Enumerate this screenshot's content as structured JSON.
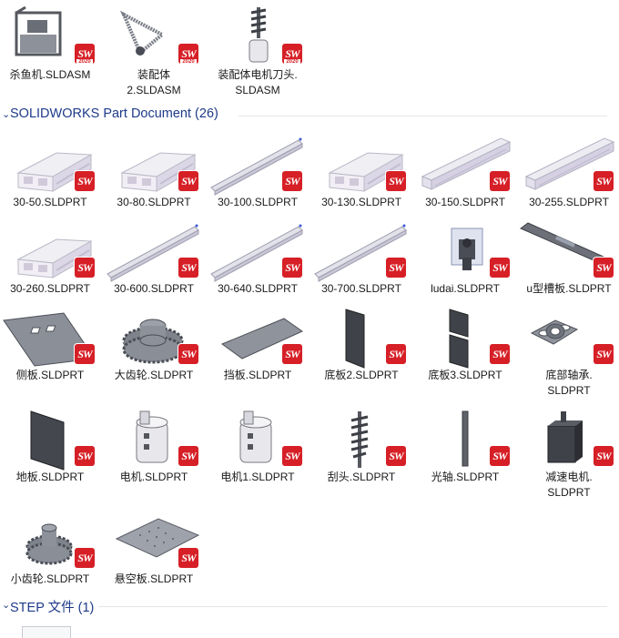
{
  "groups": [
    {
      "title": "SOLIDWORKS Part Document (26)"
    },
    {
      "title": "STEP 文件 (1)"
    }
  ],
  "badge": {
    "text": "SW",
    "year": "2020",
    "color": "#d61f26"
  },
  "accent": "#1e3a8a",
  "assemblies": [
    {
      "lines": [
        "杀鱼机.SLDASM"
      ],
      "icon": "machine-assembly-icon"
    },
    {
      "lines": [
        "装配体",
        "2.SLDASM"
      ],
      "icon": "chain-assembly-icon"
    },
    {
      "lines": [
        "装配体电机刀头.",
        "SLDASM"
      ],
      "icon": "motor-blade-assembly-icon"
    }
  ],
  "parts": [
    {
      "lines": [
        "30-50.SLDPRT"
      ],
      "icon": "profile-short-icon"
    },
    {
      "lines": [
        "30-80.SLDPRT"
      ],
      "icon": "profile-short-icon"
    },
    {
      "lines": [
        "30-100.SLDPRT"
      ],
      "icon": "profile-long-icon"
    },
    {
      "lines": [
        "30-130.SLDPRT"
      ],
      "icon": "profile-short-icon"
    },
    {
      "lines": [
        "30-150.SLDPRT"
      ],
      "icon": "profile-medium-icon"
    },
    {
      "lines": [
        "30-255.SLDPRT"
      ],
      "icon": "profile-medium-icon"
    },
    {
      "lines": [
        "30-260.SLDPRT"
      ],
      "icon": "profile-short-icon"
    },
    {
      "lines": [
        "30-600.SLDPRT"
      ],
      "icon": "profile-long-icon"
    },
    {
      "lines": [
        "30-640.SLDPRT"
      ],
      "icon": "profile-long-icon"
    },
    {
      "lines": [
        "30-700.SLDPRT"
      ],
      "icon": "profile-long-icon"
    },
    {
      "lines": [
        "ludai.SLDPRT"
      ],
      "icon": "ludai-part-icon"
    },
    {
      "lines": [
        "u型槽板.SLDPRT"
      ],
      "icon": "u-channel-plate-icon"
    },
    {
      "lines": [
        "侧板.SLDPRT"
      ],
      "icon": "side-plate-icon"
    },
    {
      "lines": [
        "大齿轮.SLDPRT"
      ],
      "icon": "large-gear-icon"
    },
    {
      "lines": [
        "挡板.SLDPRT"
      ],
      "icon": "baffle-plate-icon"
    },
    {
      "lines": [
        "底板2.SLDPRT"
      ],
      "icon": "bottom-plate-icon"
    },
    {
      "lines": [
        "底板3.SLDPRT"
      ],
      "icon": "split-plate-icon"
    },
    {
      "lines": [
        "底部轴承.",
        "SLDPRT"
      ],
      "icon": "bearing-block-icon"
    },
    {
      "lines": [
        "地板.SLDPRT"
      ],
      "icon": "floor-plate-icon"
    },
    {
      "lines": [
        "电机.SLDPRT"
      ],
      "icon": "motor-icon"
    },
    {
      "lines": [
        "电机1.SLDPRT"
      ],
      "icon": "motor-icon"
    },
    {
      "lines": [
        "刮头.SLDPRT"
      ],
      "icon": "scraper-head-icon"
    },
    {
      "lines": [
        "光轴.SLDPRT"
      ],
      "icon": "shaft-icon"
    },
    {
      "lines": [
        "减速电机.",
        "SLDPRT"
      ],
      "icon": "gear-motor-icon"
    },
    {
      "lines": [
        "小齿轮.SLDPRT"
      ],
      "icon": "small-gear-icon"
    },
    {
      "lines": [
        "悬空板.SLDPRT"
      ],
      "icon": "perforated-plate-icon"
    }
  ]
}
